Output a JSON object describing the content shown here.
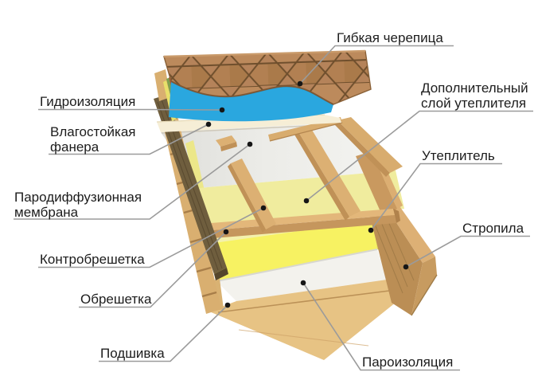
{
  "diagram": {
    "type": "roof-layers-cutaway",
    "background": "#ffffff",
    "labels": [
      {
        "id": "flexible-shingles",
        "lines": [
          "Гибкая черепица"
        ]
      },
      {
        "id": "waterproofing",
        "lines": [
          "Гидроизоляция"
        ]
      },
      {
        "id": "moisture-resistant-plywood",
        "lines": [
          "Влагостойкая",
          "фанера"
        ]
      },
      {
        "id": "vapor-diffusion-membrane",
        "lines": [
          "Пародиффузионная",
          "мембрана"
        ]
      },
      {
        "id": "counter-batten",
        "lines": [
          "Контробрешетка"
        ]
      },
      {
        "id": "batten",
        "lines": [
          "Обрешетка"
        ]
      },
      {
        "id": "soffit-lining",
        "lines": [
          "Подшивка"
        ]
      },
      {
        "id": "additional-insulation",
        "lines": [
          "Дополнительный",
          "слой утеплителя"
        ]
      },
      {
        "id": "insulation",
        "lines": [
          "Утеплитель"
        ]
      },
      {
        "id": "rafters",
        "lines": [
          "Стропила"
        ]
      },
      {
        "id": "vapor-barrier",
        "lines": [
          "Пароизоляция"
        ]
      }
    ],
    "colors": {
      "shingles_base": "#b5835a",
      "shingles_line": "#6f4f2d",
      "waterproofing": "#2aa7df",
      "plywood": "#f6eed6",
      "membrane_light": "#f2f2ef",
      "membrane_dark": "#e0e0da",
      "insulation_pale": "#f0ec9e",
      "insulation_block": "#f7f262",
      "vapor_barrier": "#f3f2ed",
      "wood_light": "#e3b77a",
      "wood_mid": "#c5965d",
      "wood_plank": "#e7c384",
      "wood_dark_board": "#6f5e3e",
      "leader_line": "#9b9b9b",
      "label_text": "#1c1c1c"
    }
  }
}
